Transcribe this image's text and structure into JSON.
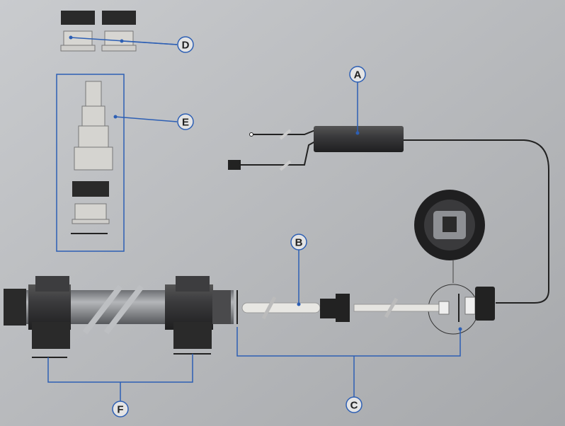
{
  "diagram": {
    "callouts": [
      {
        "letter": "A",
        "part": "ballast"
      },
      {
        "letter": "B",
        "part": "uv-lamp"
      },
      {
        "letter": "C",
        "part": "lamp-seal-and-socket"
      },
      {
        "letter": "D",
        "part": "hose-adapters-small"
      },
      {
        "letter": "E",
        "part": "stepped-hose-tail-set"
      },
      {
        "letter": "F",
        "part": "housing-seals"
      }
    ],
    "colors": {
      "leader": "#2d5fb4",
      "background": "#b9bbbe",
      "parts": "#2b2b2d",
      "pipe": "#8e9094"
    }
  }
}
